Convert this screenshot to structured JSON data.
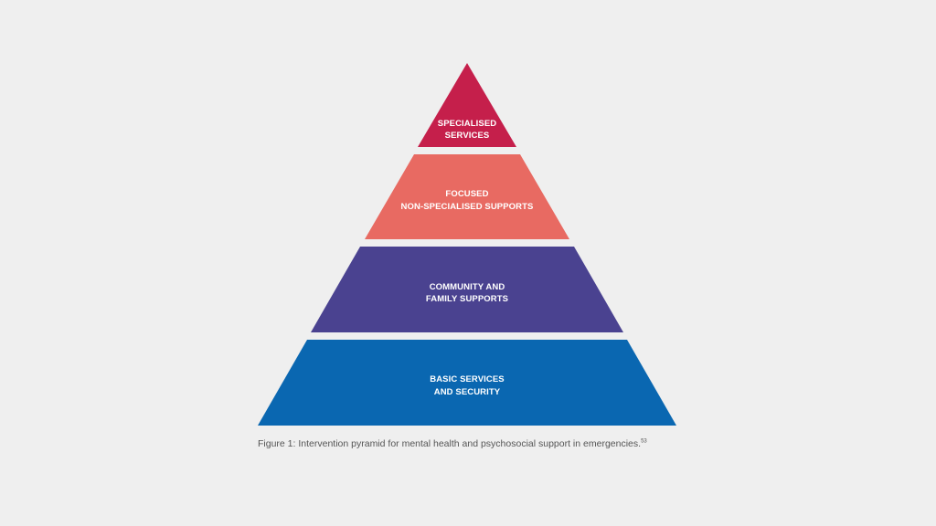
{
  "diagram": {
    "type": "pyramid",
    "tiers": [
      {
        "level": "top",
        "line1": "SPECIALISED",
        "line2": "SERVICES",
        "color": "#c51f4b"
      },
      {
        "level": "second",
        "line1": "FOCUSED",
        "line2": "NON-SPECIALISED SUPPORTS",
        "color": "#e86a62"
      },
      {
        "level": "third",
        "line1": "COMMUNITY AND",
        "line2": "FAMILY SUPPORTS",
        "color": "#4a4290"
      },
      {
        "level": "base",
        "line1": "BASIC SERVICES",
        "line2": "AND SECURITY",
        "color": "#0a67b1"
      }
    ]
  },
  "caption": {
    "text": "Figure 1: Intervention pyramid for mental health and psychosocial support in emergencies.",
    "reference": "53"
  },
  "colors": {
    "background": "#efefef",
    "label_text": "#ffffff",
    "caption_text": "#555555"
  }
}
